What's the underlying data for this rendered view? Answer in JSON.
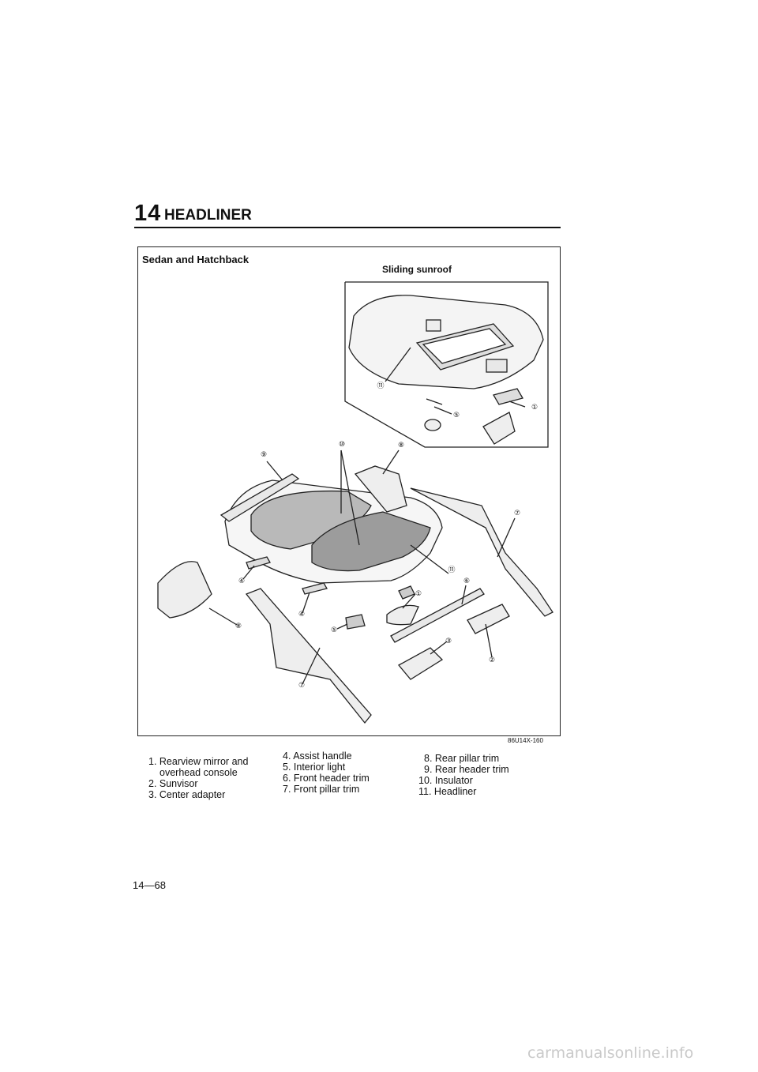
{
  "header": {
    "section_number": "14",
    "section_title": "HEADLINER"
  },
  "figure": {
    "subtitle": "Sedan and Hatchback",
    "inset_title": "Sliding sunroof",
    "figure_code": "86U14X-160",
    "callouts_inset": [
      "⑪",
      "⑤",
      "①"
    ],
    "callouts_main": [
      "⑨",
      "⑩",
      "⑧",
      "⑦",
      "④",
      "⑪",
      "⑥",
      "①",
      "④",
      "⑤",
      "③",
      "②",
      "⑧",
      "⑦"
    ]
  },
  "legend": {
    "col1": [
      "1. Rearview mirror and",
      "overhead console",
      "2. Sunvisor",
      "3. Center adapter"
    ],
    "col2": [
      "4. Assist handle",
      "5. Interior light",
      "6. Front header trim",
      "7. Front pillar trim"
    ],
    "col3": [
      "8. Rear pillar trim",
      "9. Rear header trim",
      "10. Insulator",
      "11. Headliner"
    ]
  },
  "footer": {
    "page_number": "14—68",
    "watermark": "carmanualsonline.info"
  }
}
